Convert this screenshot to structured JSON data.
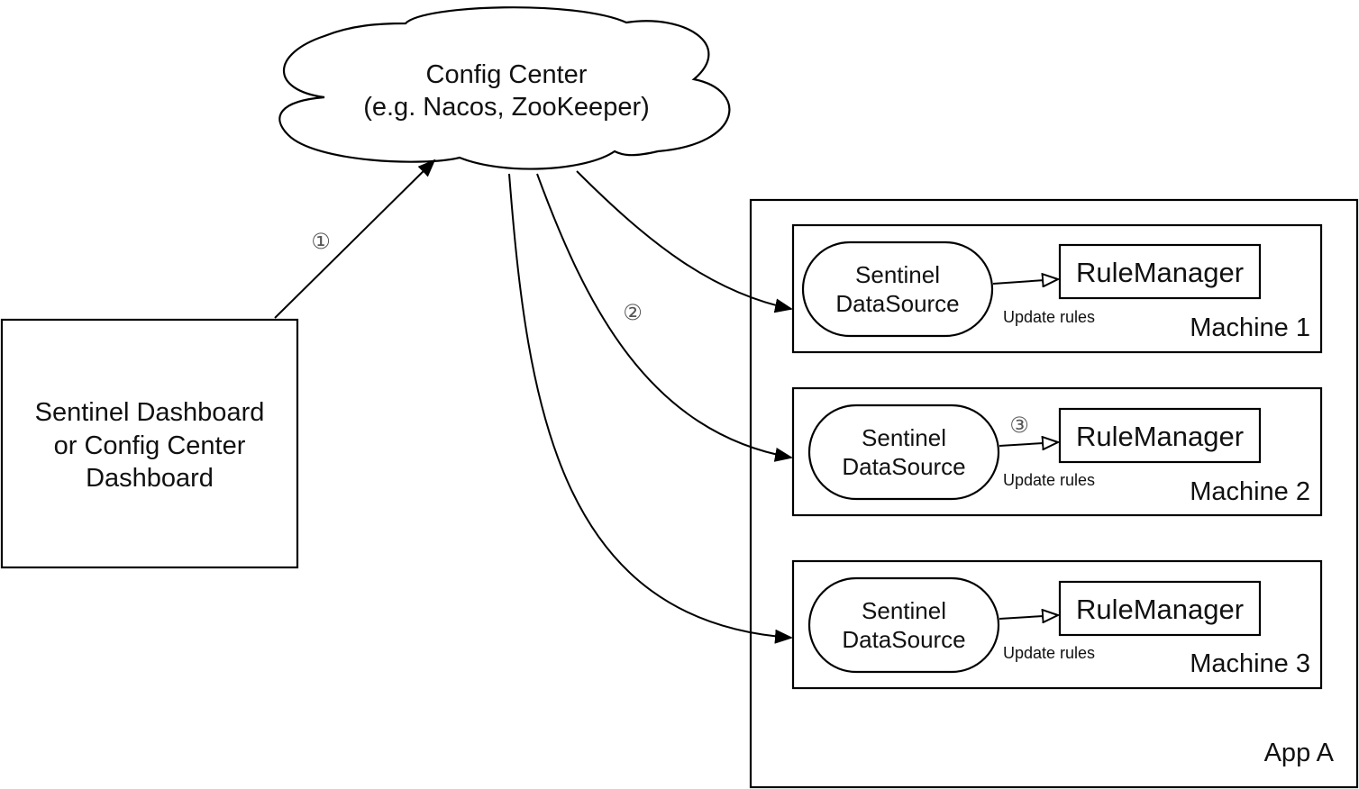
{
  "config_center": {
    "line1": "Config Center",
    "line2": "(e.g. Nacos, ZooKeeper)"
  },
  "dashboard": {
    "lines": [
      "Sentinel Dashboard",
      "or Config Center",
      "Dashboard"
    ]
  },
  "app": {
    "label": "App A"
  },
  "machines": [
    {
      "label": "Machine 1",
      "datasource": [
        "Sentinel",
        "DataSource"
      ],
      "rule_manager": "RuleManager",
      "edge_label": "Update rules"
    },
    {
      "label": "Machine 2",
      "datasource": [
        "Sentinel",
        "DataSource"
      ],
      "rule_manager": "RuleManager",
      "edge_label": "Update rules"
    },
    {
      "label": "Machine 3",
      "datasource": [
        "Sentinel",
        "DataSource"
      ],
      "rule_manager": "RuleManager",
      "edge_label": "Update rules"
    }
  ],
  "steps": {
    "one": "①",
    "two": "②",
    "three": "③"
  },
  "colors": {
    "stroke": "#000000",
    "text": "#111111",
    "step_text": "#555555",
    "background": "#ffffff"
  }
}
